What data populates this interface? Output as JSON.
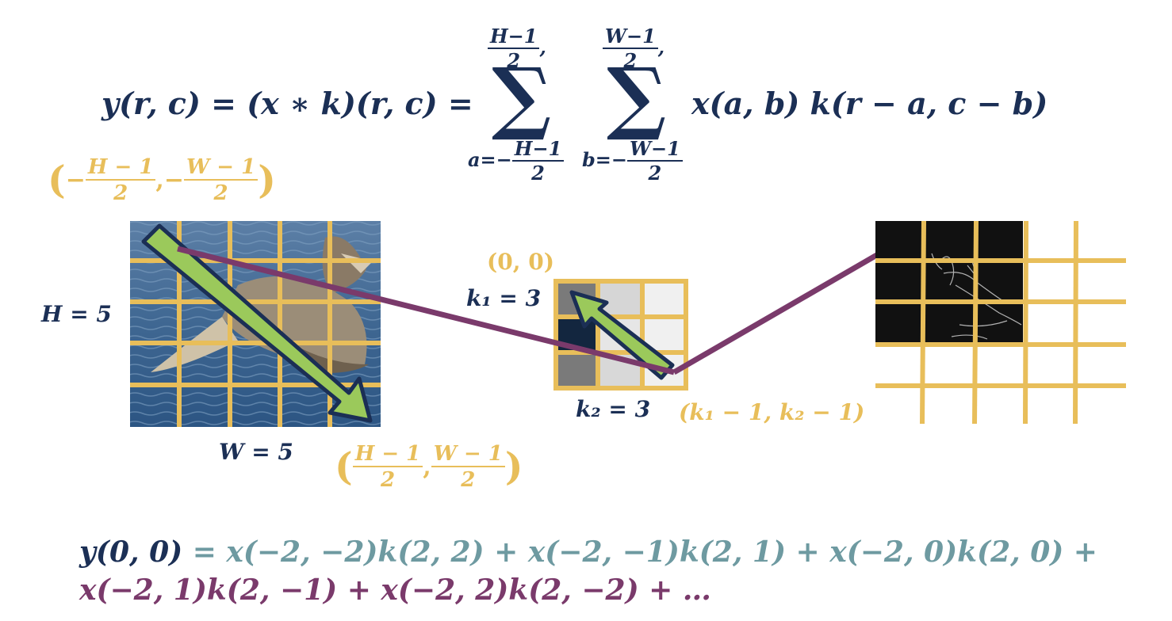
{
  "formula": {
    "lhs": "y(r, c) = (x ∗ k)(r, c)  =",
    "sum_a_top_num": "H−1",
    "sum_a_top_den": "2",
    "sum_a_top_comma": ",",
    "sum_a_bottom_pre": "a=−",
    "sum_a_bottom_num": "H−1",
    "sum_a_bottom_den": "2",
    "sum_b_top_num": "W−1",
    "sum_b_top_den": "2",
    "sum_b_top_comma": ",",
    "sum_b_bottom_pre": "b=−",
    "sum_b_bottom_num": "W−1",
    "sum_b_bottom_den": "2",
    "sigma": "∑",
    "rhs": "x(a, b) k(r − a, c − b)"
  },
  "labels": {
    "top_left_open": "(−",
    "top_left_num1": "H − 1",
    "top_left_den1": "2",
    "top_left_mid": ",−",
    "top_left_num2": "W − 1",
    "top_left_den2": "2",
    "top_left_close": ")",
    "h_label": "H = 5",
    "w_label": "W = 5",
    "bottom_right_open": "(",
    "bottom_right_num1": "H − 1",
    "bottom_right_den1": "2",
    "bottom_right_mid": ",",
    "bottom_right_num2": "W − 1",
    "bottom_right_den2": "2",
    "bottom_right_close": ")",
    "kernel_origin": "(0, 0)",
    "k1_label": "k₁ = 3",
    "k2_label": "k₂ = 3",
    "kernel_end": "(k₁ − 1, k₂ − 1)"
  },
  "expansion": {
    "line1_lhs": "y(0, 0)",
    "line1_rest": " = x(−2, −2)k(2, 2) + x(−2, −1)k(2, 1) + x(−2, 0)k(2, 0) +",
    "line2_terms": "x(−2, 1)k(2, −1) + x(−2, 2)k(2, −2) + ",
    "line2_ellipsis": "…"
  },
  "colors": {
    "navy": "#1b2f55",
    "gold": "#e8be5a",
    "green": "#9bc95b",
    "plum": "#7a3a6b",
    "teal": "#6e9aa1"
  }
}
